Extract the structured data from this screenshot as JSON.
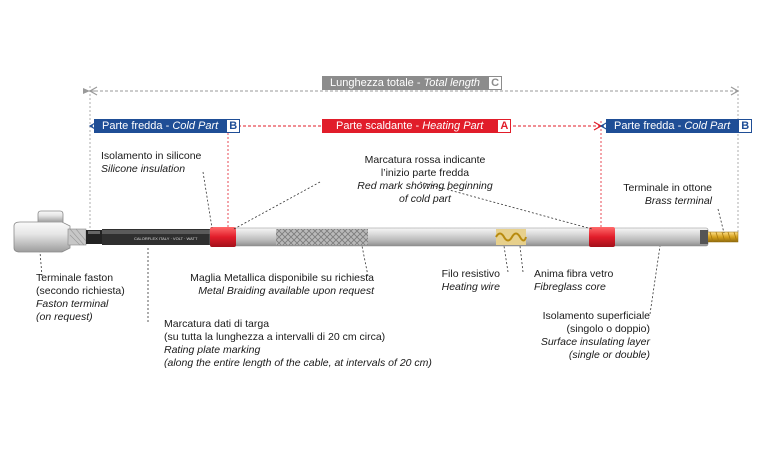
{
  "header_total": {
    "it": "Lunghezza totale",
    "en": "Total length",
    "letter": "C"
  },
  "header_cold_left": {
    "it": "Parte fredda",
    "en": "Cold Part",
    "letter": "B"
  },
  "header_heating": {
    "it": "Parte scaldante",
    "en": "Heating Part",
    "letter": "A"
  },
  "header_cold_right": {
    "it": "Parte fredda",
    "en": "Cold Part",
    "letter": "B"
  },
  "cable_print": "CALORFLEX ITALY · VOLT · WATT",
  "labels": {
    "silicone": {
      "it": "Isolamento in silicone",
      "en": "Silicone insulation"
    },
    "red_mark": {
      "it1": "Marcatura rossa indicante",
      "it2": "l’inizio parte fredda",
      "en1": "Red mark showing beginning",
      "en2": "of cold part"
    },
    "brass": {
      "it": "Terminale in ottone",
      "en": "Brass terminal"
    },
    "faston": {
      "it1": "Terminale faston",
      "it2": "(secondo richiesta)",
      "en1": "Faston terminal",
      "en2": "(on request)"
    },
    "braiding": {
      "it": "Maglia Metallica disponibile su richiesta",
      "en": "Metal Braiding available upon request"
    },
    "wire": {
      "it": "Filo resistivo",
      "en": "Heating wire"
    },
    "fiber": {
      "it": "Anima fibra vetro",
      "en": "Fibreglass core"
    },
    "rating": {
      "it1": "Marcatura dati di targa",
      "it2": "(su tutta la lunghezza a intervalli di 20 cm circa)",
      "en1": "Rating plate marking",
      "en2": "(along the entire length of the cable, at intervals of 20 cm)"
    },
    "surface": {
      "it1": "Isolamento superficiale",
      "it2": "(singolo o doppio)",
      "en1": "Surface insulating layer",
      "en2": "(single or double)"
    }
  },
  "colors": {
    "cold": "#1f4e96",
    "heating": "#e11d2a",
    "total": "#9a9a9a",
    "mark": "#e11d2a",
    "brass": "#d6a21e"
  }
}
